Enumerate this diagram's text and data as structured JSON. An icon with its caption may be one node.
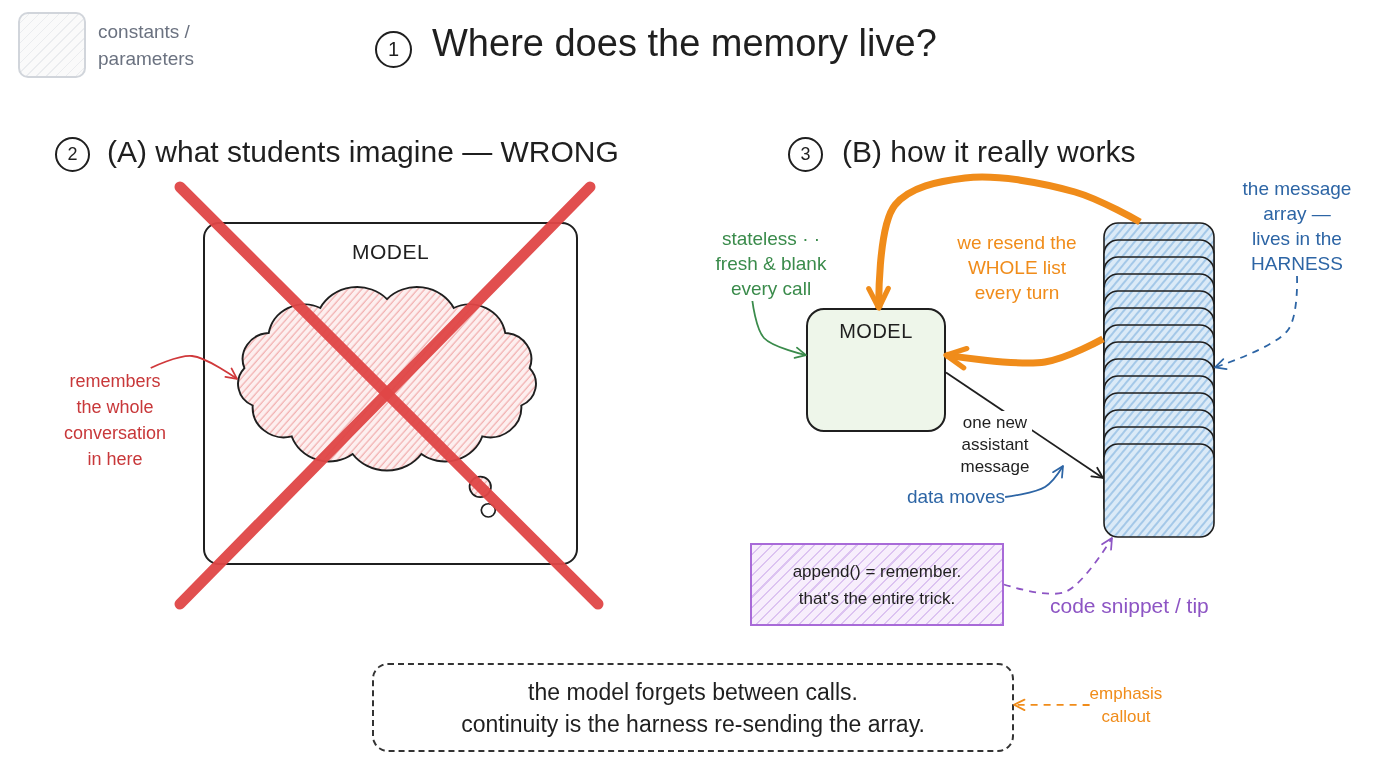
{
  "diagram": {
    "title": "Where does the memory live?",
    "nodes": [
      {
        "text": [
          "1"
        ]
      },
      {
        "text": [
          "2"
        ]
      },
      {
        "text": [
          "3"
        ]
      },
      {
        "text": [
          "MODEL"
        ]
      },
      {
        "text": [],
        "shape": "cloud",
        "in": 3
      },
      {
        "text": [
          "remembers the whole conversation in here"
        ]
      },
      {
        "text": [
          "the message array — lives in the HARNESS"
        ]
      },
      {
        "text": [
          "stateless · · fresh & blank every call"
        ]
      },
      {
        "text": [
          "MODEL"
        ]
      },
      {
        "text": [],
        "shape": "stack"
      },
      {
        "text": [
          "data moves"
        ]
      },
      {
        "text": [
          "append() = remember.",
          "that's the entire trick."
        ]
      },
      {
        "text": [
          "the model forgets between calls.",
          "continuity is the harness re-sending the array."
        ]
      },
      {
        "text": [
          "emphasis callout"
        ]
      }
    ],
    "edges": [
      {
        "from": 5,
        "to": 4,
        "arrow": "to",
        "color": "#d0393b"
      },
      {
        "from": 7,
        "to": 8,
        "arrow": "to",
        "color": "#3a8b4b"
      },
      {
        "from": 6,
        "to": 9,
        "arrow": "to",
        "style": "dashed",
        "color": "#2d65a5"
      },
      {
        "from": 9,
        "to": 8,
        "arrow": "to",
        "style": "thick",
        "color": "#f08c1a"
      },
      {
        "from": 9,
        "to": 8,
        "arrow": "to",
        "style": "thick",
        "color": "#f08c1a"
      },
      {
        "from": 8,
        "to": 9,
        "arrow": "to",
        "label": "one new assistant message",
        "color": "#1f1f1f"
      },
      {
        "from": 10,
        "to": null,
        "arrow": "to",
        "color": "#2d65a5"
      },
      {
        "from": 11,
        "to": 9,
        "arrow": "to",
        "style": "dashed",
        "color": "#8d55c4"
      },
      {
        "from": 13,
        "to": 12,
        "arrow": "to",
        "style": "dashed",
        "color": "#f08c1a"
      }
    ],
    "labels": [
      "(A) what students imagine — WRONG",
      "(B) how it really works",
      "we resend the WHOLE list every turn",
      "code snippet / tip"
    ],
    "legend": [
      {
        "text": "constants / parameters",
        "color": "#d1d5db"
      }
    ]
  }
}
